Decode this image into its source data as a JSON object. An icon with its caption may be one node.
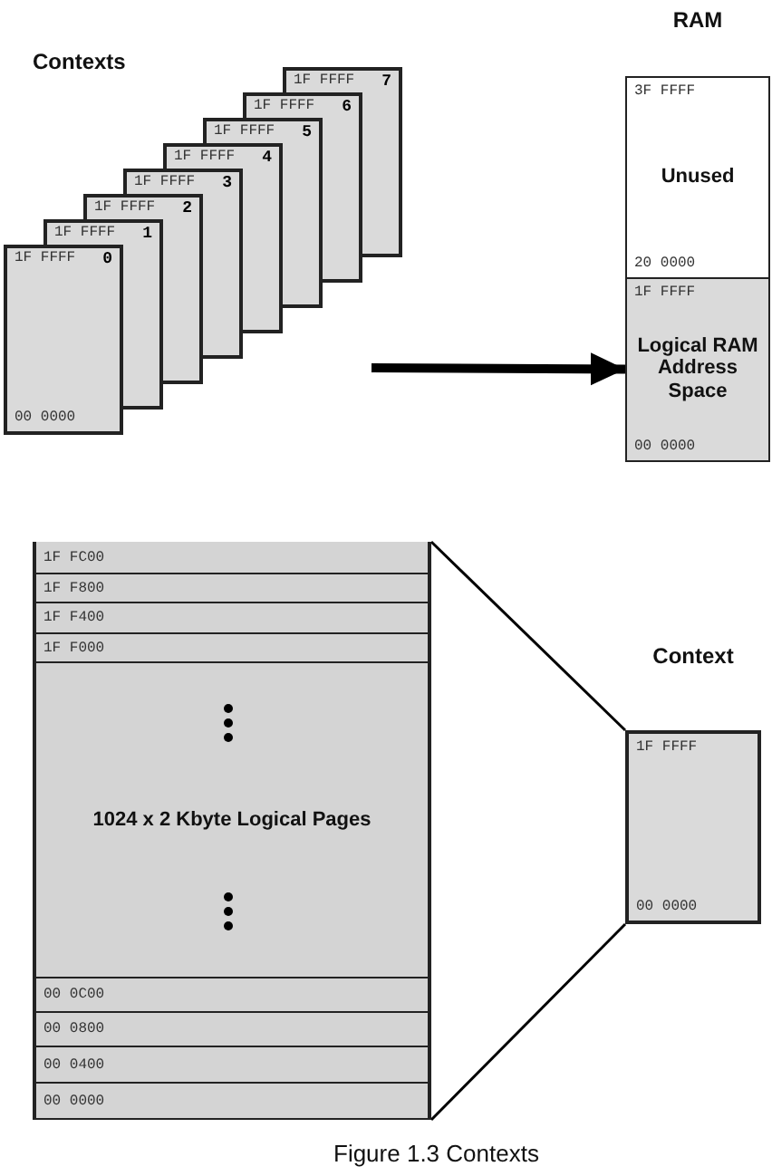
{
  "diagram": {
    "caption": "Figure 1.3 Contexts",
    "nodes": [
      {
        "text": [
          "1F FFFF",
          "0",
          "00 0000"
        ]
      },
      {
        "text": [
          "1F FFFF",
          "1"
        ]
      },
      {
        "text": [
          "1F FFFF",
          "2"
        ]
      },
      {
        "text": [
          "1F FFFF",
          "3"
        ]
      },
      {
        "text": [
          "1F FFFF",
          "4"
        ]
      },
      {
        "text": [
          "1F FFFF",
          "5"
        ]
      },
      {
        "text": [
          "1F FFFF",
          "6"
        ]
      },
      {
        "text": [
          "1F FFFF",
          "7"
        ]
      },
      {
        "text": [
          "RAM"
        ]
      },
      {
        "text": [
          "3F FFFF",
          "Unused",
          "20 0000"
        ],
        "in": 8
      },
      {
        "text": [
          "1F FFFF",
          "Logical RAM Address Space",
          "00 0000"
        ],
        "in": 8
      },
      {
        "text": [],
        "shape": "box"
      },
      {
        "text": [
          "1F FC00"
        ],
        "in": 11
      },
      {
        "text": [
          "1F F800"
        ],
        "in": 11
      },
      {
        "text": [
          "1F F400"
        ],
        "in": 11
      },
      {
        "text": [
          "1F F000"
        ],
        "in": 11
      },
      {
        "text": [
          "1024 x 2 Kbyte Logical Pages"
        ],
        "in": 11
      },
      {
        "text": [
          "00 0C00"
        ],
        "in": 11
      },
      {
        "text": [
          "00 0800"
        ],
        "in": 11
      },
      {
        "text": [
          "00 0400"
        ],
        "in": 11
      },
      {
        "text": [
          "00 0000"
        ],
        "in": 11
      },
      {
        "text": [
          "Context",
          "1F FFFF",
          "00 0000"
        ]
      }
    ],
    "edges": [
      {
        "from": 11,
        "to": 21,
        "arrow": "none"
      },
      {
        "from": 11,
        "to": 21,
        "arrow": "none"
      },
      {
        "from": null,
        "to": 10,
        "arrow": "to",
        "style": "thick"
      }
    ],
    "labels": [
      "Contexts"
    ]
  }
}
